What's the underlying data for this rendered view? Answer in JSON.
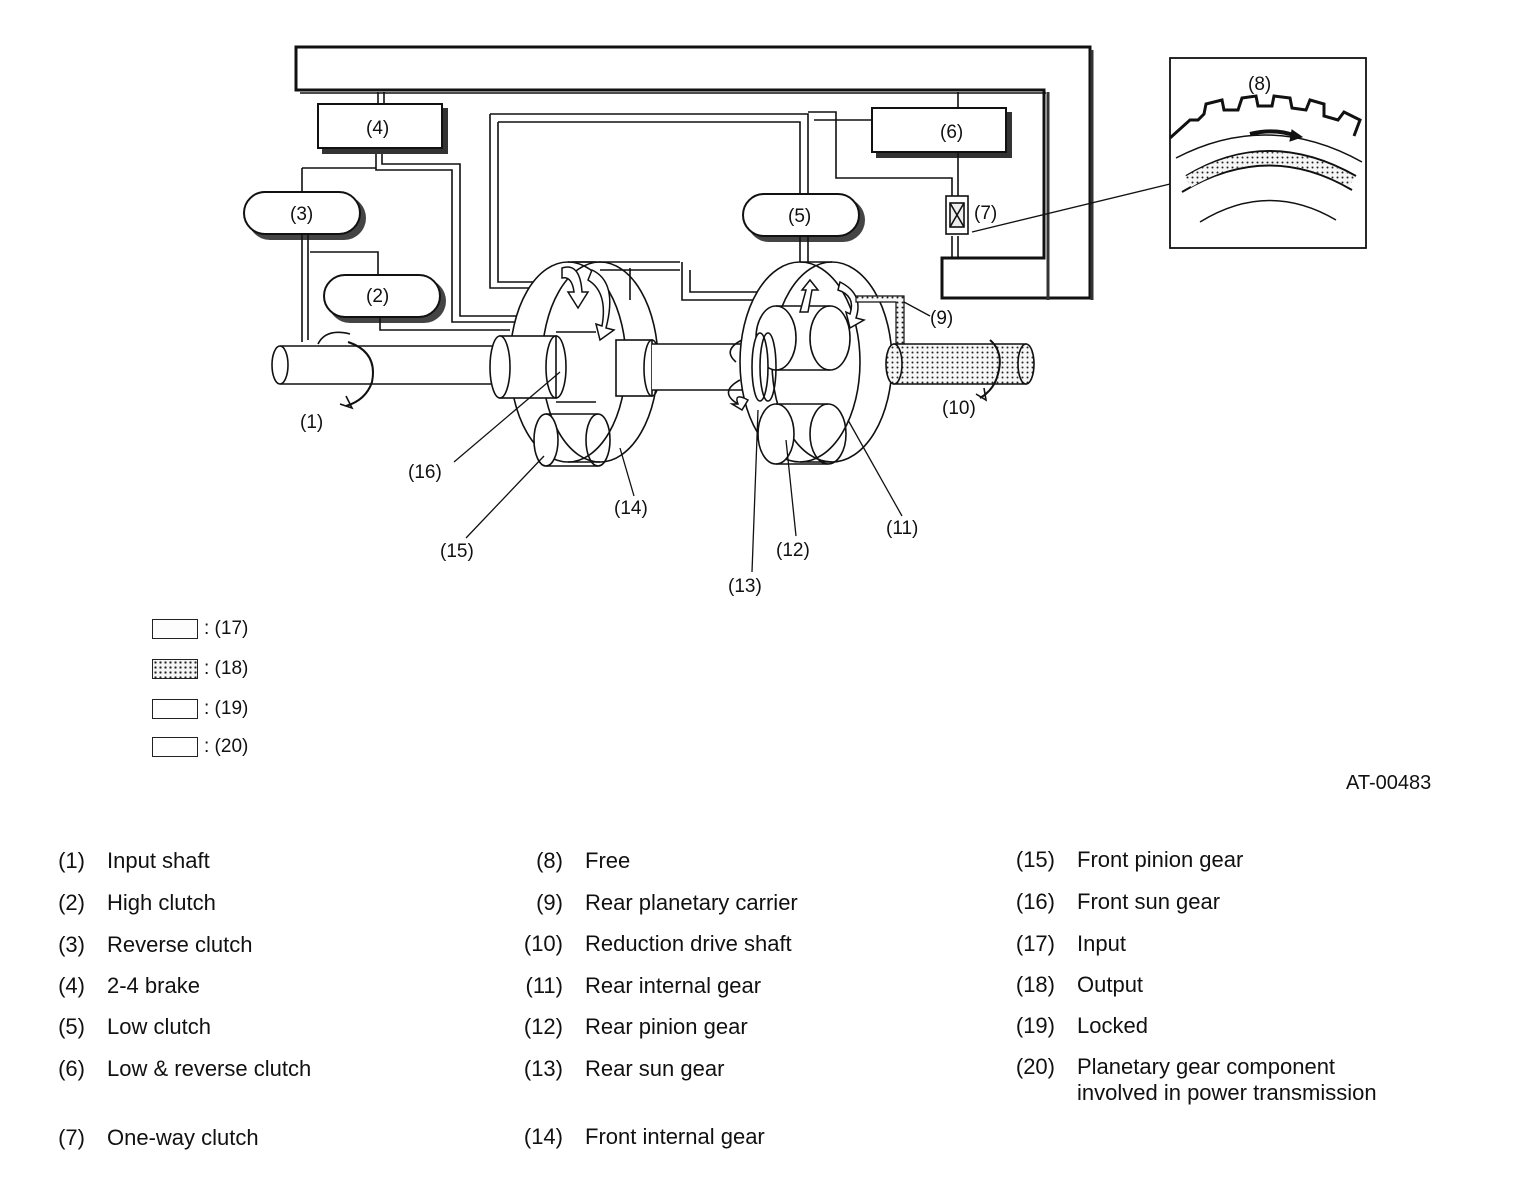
{
  "diagram": {
    "callouts": [
      "(1)",
      "(2)",
      "(3)",
      "(4)",
      "(5)",
      "(6)",
      "(7)",
      "(8)",
      "(9)",
      "(10)",
      "(11)",
      "(12)",
      "(13)",
      "(14)",
      "(15)",
      "(16)"
    ],
    "figure_code": "AT-00483"
  },
  "legend": [
    {
      "swatch": "input",
      "label": ": (17)"
    },
    {
      "swatch": "output",
      "label": ": (18)"
    },
    {
      "swatch": "locked",
      "label": ": (19)"
    },
    {
      "swatch": "component",
      "label": ": (20)"
    }
  ],
  "key": [
    {
      "num": "(1)",
      "text": "Input shaft"
    },
    {
      "num": "(2)",
      "text": "High clutch"
    },
    {
      "num": "(3)",
      "text": "Reverse clutch"
    },
    {
      "num": "(4)",
      "text": "2-4 brake"
    },
    {
      "num": "(5)",
      "text": "Low clutch"
    },
    {
      "num": "(6)",
      "text": "Low & reverse clutch"
    },
    {
      "num": "(7)",
      "text": "One-way clutch"
    },
    {
      "num": "(8)",
      "text": "Free"
    },
    {
      "num": "(9)",
      "text": "Rear planetary carrier"
    },
    {
      "num": "(10)",
      "text": "Reduction drive shaft"
    },
    {
      "num": "(11)",
      "text": "Rear internal gear"
    },
    {
      "num": "(12)",
      "text": "Rear pinion gear"
    },
    {
      "num": "(13)",
      "text": "Rear sun gear"
    },
    {
      "num": "(14)",
      "text": "Front internal gear"
    },
    {
      "num": "(15)",
      "text": "Front pinion gear"
    },
    {
      "num": "(16)",
      "text": "Front sun gear"
    },
    {
      "num": "(17)",
      "text": "Input"
    },
    {
      "num": "(18)",
      "text": "Output"
    },
    {
      "num": "(19)",
      "text": "Locked"
    },
    {
      "num": "(20)",
      "text": "Planetary gear component\ninvolved in power transmission"
    }
  ]
}
